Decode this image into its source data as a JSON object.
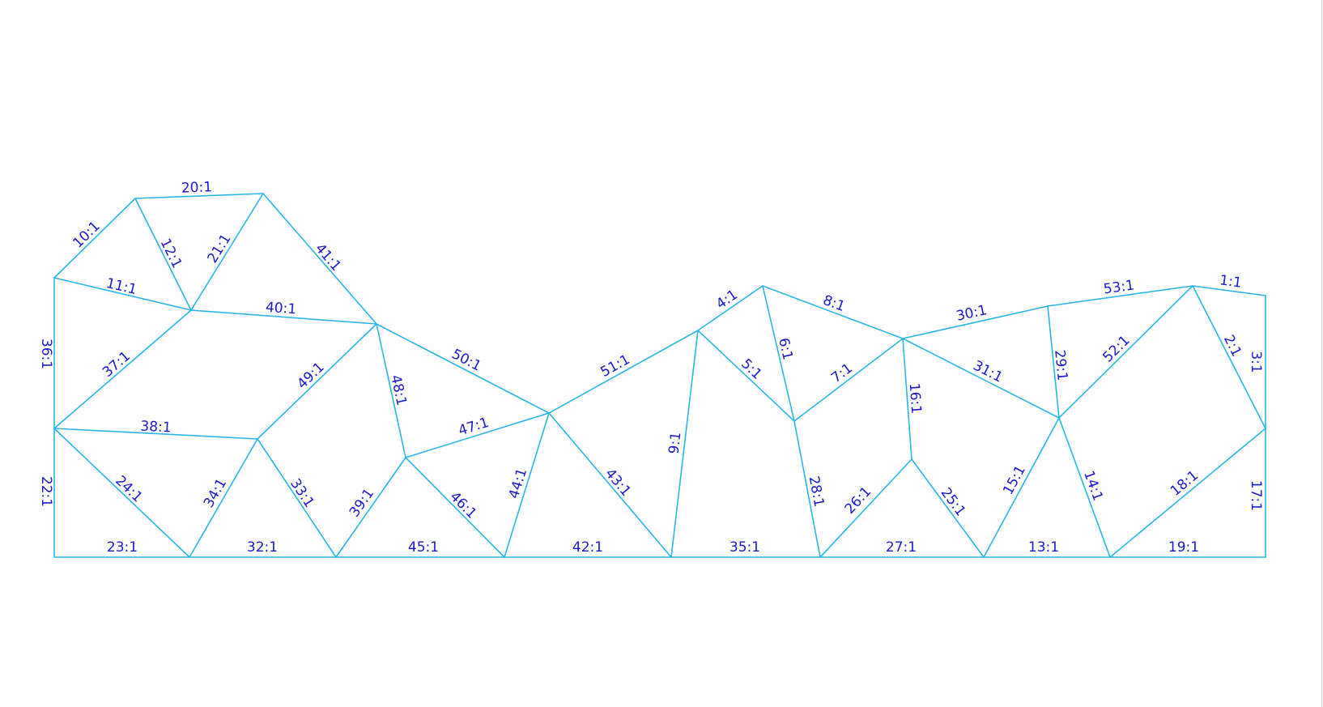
{
  "diagram": {
    "colors": {
      "edge": "#29b6e8",
      "label": "#1a1acc",
      "background": "#ffffff"
    },
    "edges": [
      {
        "id": "e20",
        "label": "20:1",
        "from": "A",
        "to": "B"
      },
      {
        "id": "e10",
        "label": "10:1",
        "from": "C",
        "to": "A"
      },
      {
        "id": "e12",
        "label": "12:1",
        "from": "A",
        "to": "D"
      },
      {
        "id": "e21",
        "label": "21:1",
        "from": "D",
        "to": "B"
      },
      {
        "id": "e41",
        "label": "41:1",
        "from": "B",
        "to": "E"
      },
      {
        "id": "e11",
        "label": "11:1",
        "from": "C",
        "to": "D"
      },
      {
        "id": "e40",
        "label": "40:1",
        "from": "D",
        "to": "E"
      },
      {
        "id": "e36",
        "label": "36:1",
        "from": "C",
        "to": "F"
      },
      {
        "id": "e37",
        "label": "37:1",
        "from": "F",
        "to": "D"
      },
      {
        "id": "e49",
        "label": "49:1",
        "from": "G",
        "to": "E"
      },
      {
        "id": "e38",
        "label": "38:1",
        "from": "F",
        "to": "G"
      },
      {
        "id": "e48",
        "label": "48:1",
        "from": "E",
        "to": "H"
      },
      {
        "id": "e50",
        "label": "50:1",
        "from": "E",
        "to": "I"
      },
      {
        "id": "e47",
        "label": "47:1",
        "from": "H",
        "to": "I"
      },
      {
        "id": "e22",
        "label": "22:1",
        "from": "F",
        "to": "J"
      },
      {
        "id": "e24",
        "label": "24:1",
        "from": "F",
        "to": "K"
      },
      {
        "id": "e34",
        "label": "34:1",
        "from": "K",
        "to": "G"
      },
      {
        "id": "e33",
        "label": "33:1",
        "from": "G",
        "to": "L"
      },
      {
        "id": "e39",
        "label": "39:1",
        "from": "L",
        "to": "H"
      },
      {
        "id": "e46",
        "label": "46:1",
        "from": "H",
        "to": "M"
      },
      {
        "id": "e44",
        "label": "44:1",
        "from": "M",
        "to": "I"
      },
      {
        "id": "e43",
        "label": "43:1",
        "from": "I",
        "to": "N"
      },
      {
        "id": "e23",
        "label": "23:1",
        "from": "J",
        "to": "K"
      },
      {
        "id": "e32",
        "label": "32:1",
        "from": "K",
        "to": "L"
      },
      {
        "id": "e45",
        "label": "45:1",
        "from": "L",
        "to": "M"
      },
      {
        "id": "e42",
        "label": "42:1",
        "from": "M",
        "to": "N"
      },
      {
        "id": "e51",
        "label": "51:1",
        "from": "I",
        "to": "O"
      },
      {
        "id": "e4",
        "label": "4:1",
        "from": "O",
        "to": "P"
      },
      {
        "id": "e9",
        "label": "9:1",
        "from": "N",
        "to": "O"
      },
      {
        "id": "e5",
        "label": "5:1",
        "from": "O",
        "to": "Q"
      },
      {
        "id": "e6",
        "label": "6:1",
        "from": "P",
        "to": "Q"
      },
      {
        "id": "e8",
        "label": "8:1",
        "from": "P",
        "to": "R"
      },
      {
        "id": "e7",
        "label": "7:1",
        "from": "Q",
        "to": "R"
      },
      {
        "id": "e35",
        "label": "35:1",
        "from": "N",
        "to": "S"
      },
      {
        "id": "e28",
        "label": "28:1",
        "from": "Q",
        "to": "S"
      },
      {
        "id": "e30",
        "label": "30:1",
        "from": "R",
        "to": "T"
      },
      {
        "id": "e16",
        "label": "16:1",
        "from": "R",
        "to": "U"
      },
      {
        "id": "e31",
        "label": "31:1",
        "from": "R",
        "to": "V"
      },
      {
        "id": "e26",
        "label": "26:1",
        "from": "S",
        "to": "U"
      },
      {
        "id": "e27",
        "label": "27:1",
        "from": "S",
        "to": "W"
      },
      {
        "id": "e25",
        "label": "25:1",
        "from": "U",
        "to": "W"
      },
      {
        "id": "e29",
        "label": "29:1",
        "from": "T",
        "to": "V"
      },
      {
        "id": "e53",
        "label": "53:1",
        "from": "T",
        "to": "X"
      },
      {
        "id": "e52",
        "label": "52:1",
        "from": "V",
        "to": "X"
      },
      {
        "id": "e15",
        "label": "15:1",
        "from": "W",
        "to": "V"
      },
      {
        "id": "e13",
        "label": "13:1",
        "from": "W",
        "to": "Y"
      },
      {
        "id": "e14",
        "label": "14:1",
        "from": "V",
        "to": "Y"
      },
      {
        "id": "e1",
        "label": "1:1",
        "from": "X",
        "to": "Z"
      },
      {
        "id": "e2",
        "label": "2:1",
        "from": "X",
        "to": "AA"
      },
      {
        "id": "e3",
        "label": "3:1",
        "from": "Z",
        "to": "AA"
      },
      {
        "id": "e18",
        "label": "18:1",
        "from": "Y",
        "to": "AA"
      },
      {
        "id": "e19",
        "label": "19:1",
        "from": "Y",
        "to": "AB"
      },
      {
        "id": "e17",
        "label": "17:1",
        "from": "AA",
        "to": "AB"
      }
    ]
  }
}
